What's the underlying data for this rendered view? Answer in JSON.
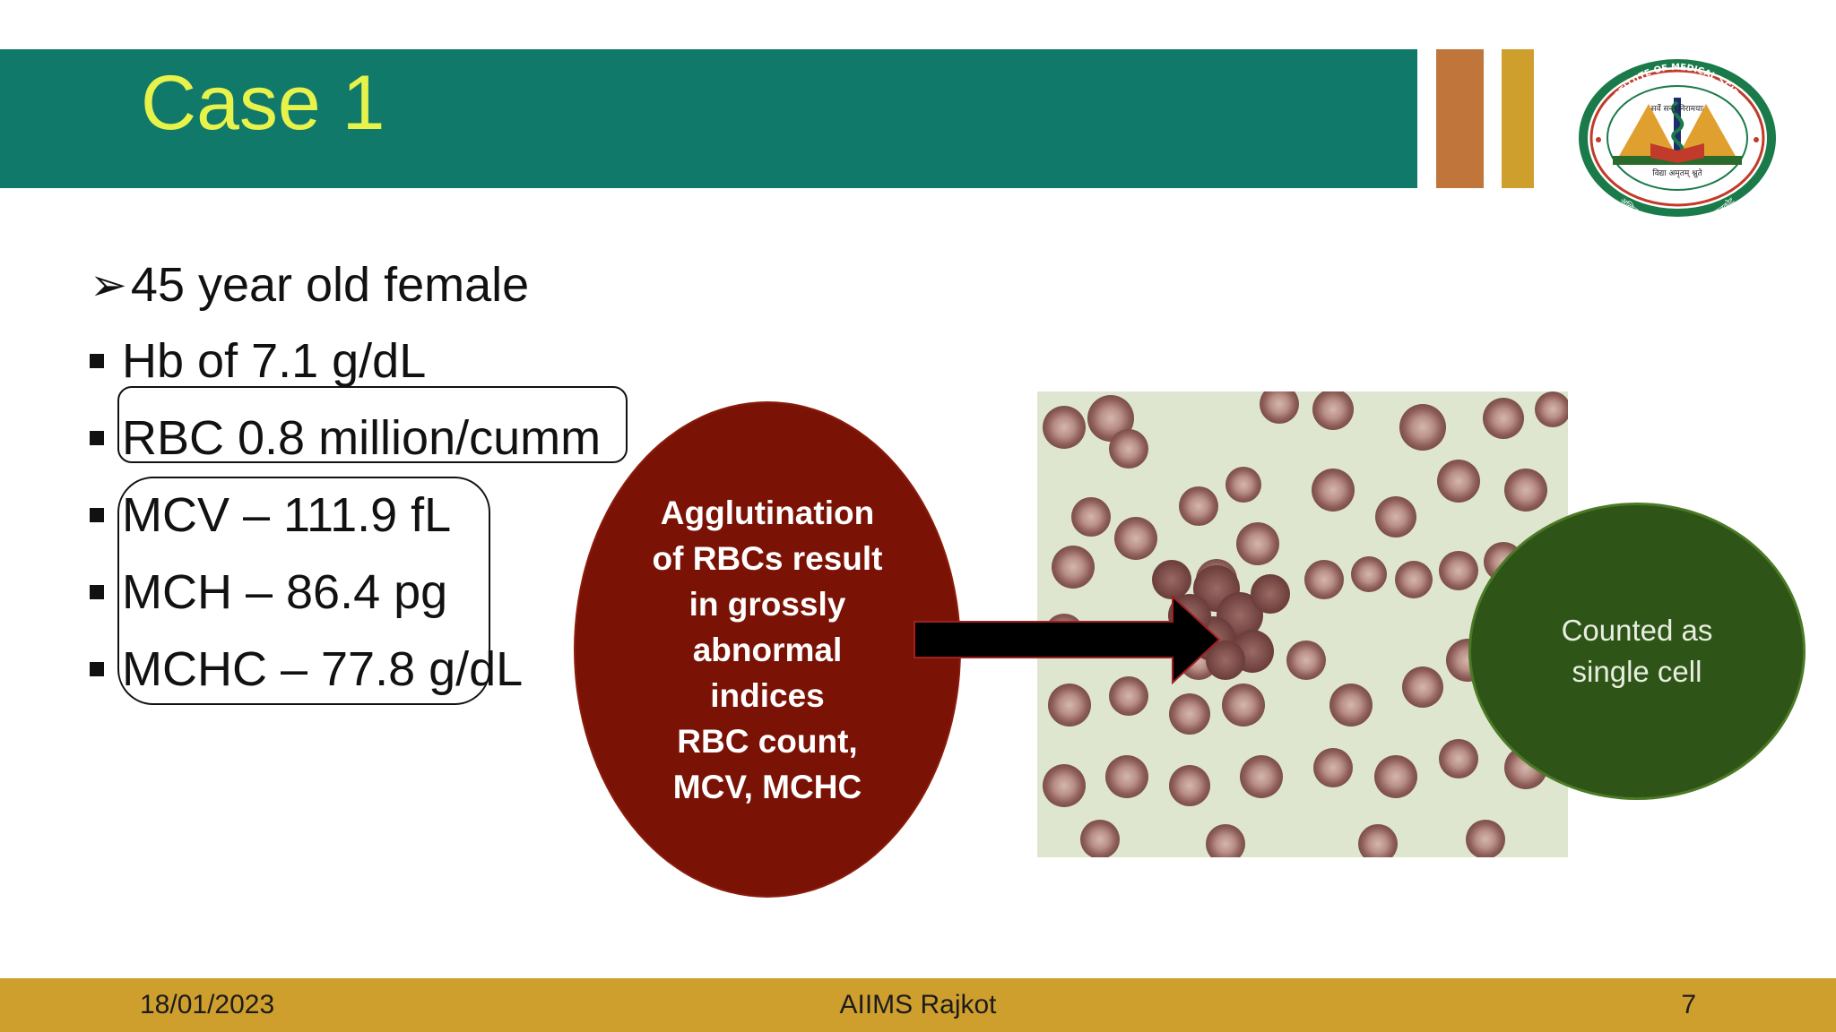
{
  "slide": {
    "title": "Case 1",
    "bullets": [
      {
        "text": "45 year old female",
        "marker": "arrow"
      },
      {
        "text": "Hb of 7.1 g/dL",
        "marker": "square"
      },
      {
        "text": "RBC  0.8 million/cumm",
        "marker": "square"
      },
      {
        "text": "MCV – 111.9 fL",
        "marker": "square"
      },
      {
        "text": "MCH – 86.4 pg",
        "marker": "square"
      },
      {
        "text": "MCHC – 77.8 g/dL",
        "marker": "square"
      }
    ],
    "red_oval_text": "Agglutination\nof RBCs result\nin grossly\nabnormal\nindices\nRBC count,\nMCV, MCHC",
    "green_oval_text": "Counted as\nsingle cell"
  },
  "logo": {
    "outer_text": "ALL INDIA INSTITUTE OF MEDICAL SCIENCES RAJKOT",
    "top_motto": "सर्वे सन्तु निरामयाः",
    "bottom_motto": "विद्या अमृतम् श्नुते",
    "hindi_name": "अखिल भारतीय आयुर्विज्ञान संस्थान राजकोट"
  },
  "footer": {
    "date": "18/01/2023",
    "center": "AIIMS Rajkot",
    "page_number": "7"
  },
  "colors": {
    "title_band": "#10796a",
    "title_text": "#e7f24a",
    "accent_orange": "#c0753a",
    "accent_gold": "#cf9f2e",
    "red_oval": "#7a1306",
    "green_oval": "#2f5418",
    "footer_band": "#cf9f2e"
  }
}
